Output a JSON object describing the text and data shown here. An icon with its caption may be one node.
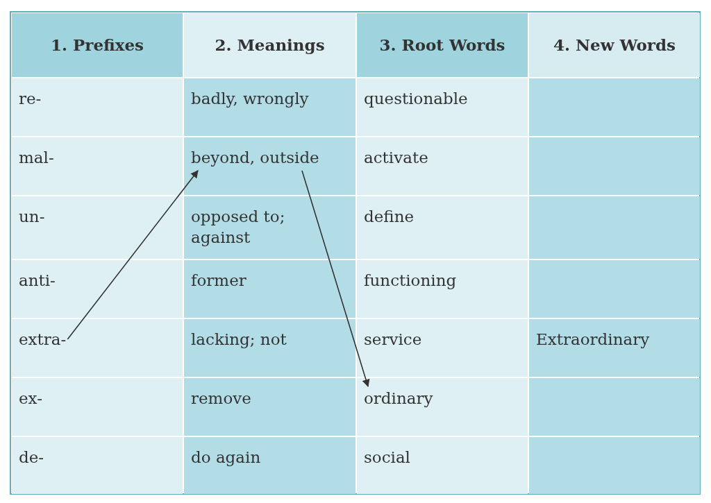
{
  "diagram": {
    "nodes": [
      {
        "text": [
          "beyond, outside"
        ]
      },
      {
        "text": [
          "extra-"
        ]
      },
      {
        "text": [
          "ordinary"
        ]
      }
    ],
    "edges": [
      {
        "from": 1,
        "to": 0,
        "arrow": "to"
      },
      {
        "from": 0,
        "to": 2,
        "arrow": "to"
      }
    ],
    "labels": [
      "1. Prefixes",
      "2. Meanings",
      "3. Root Words",
      "4. New Words",
      "re-",
      "badly, wrongly",
      "questionable",
      "mal-",
      "activate",
      "un-",
      "opposed to; against",
      "define",
      "anti-",
      "former",
      "functioning",
      "lacking; not",
      "service",
      "Extraordinary",
      "ex-",
      "remove",
      "de-",
      "do again",
      "social"
    ]
  }
}
